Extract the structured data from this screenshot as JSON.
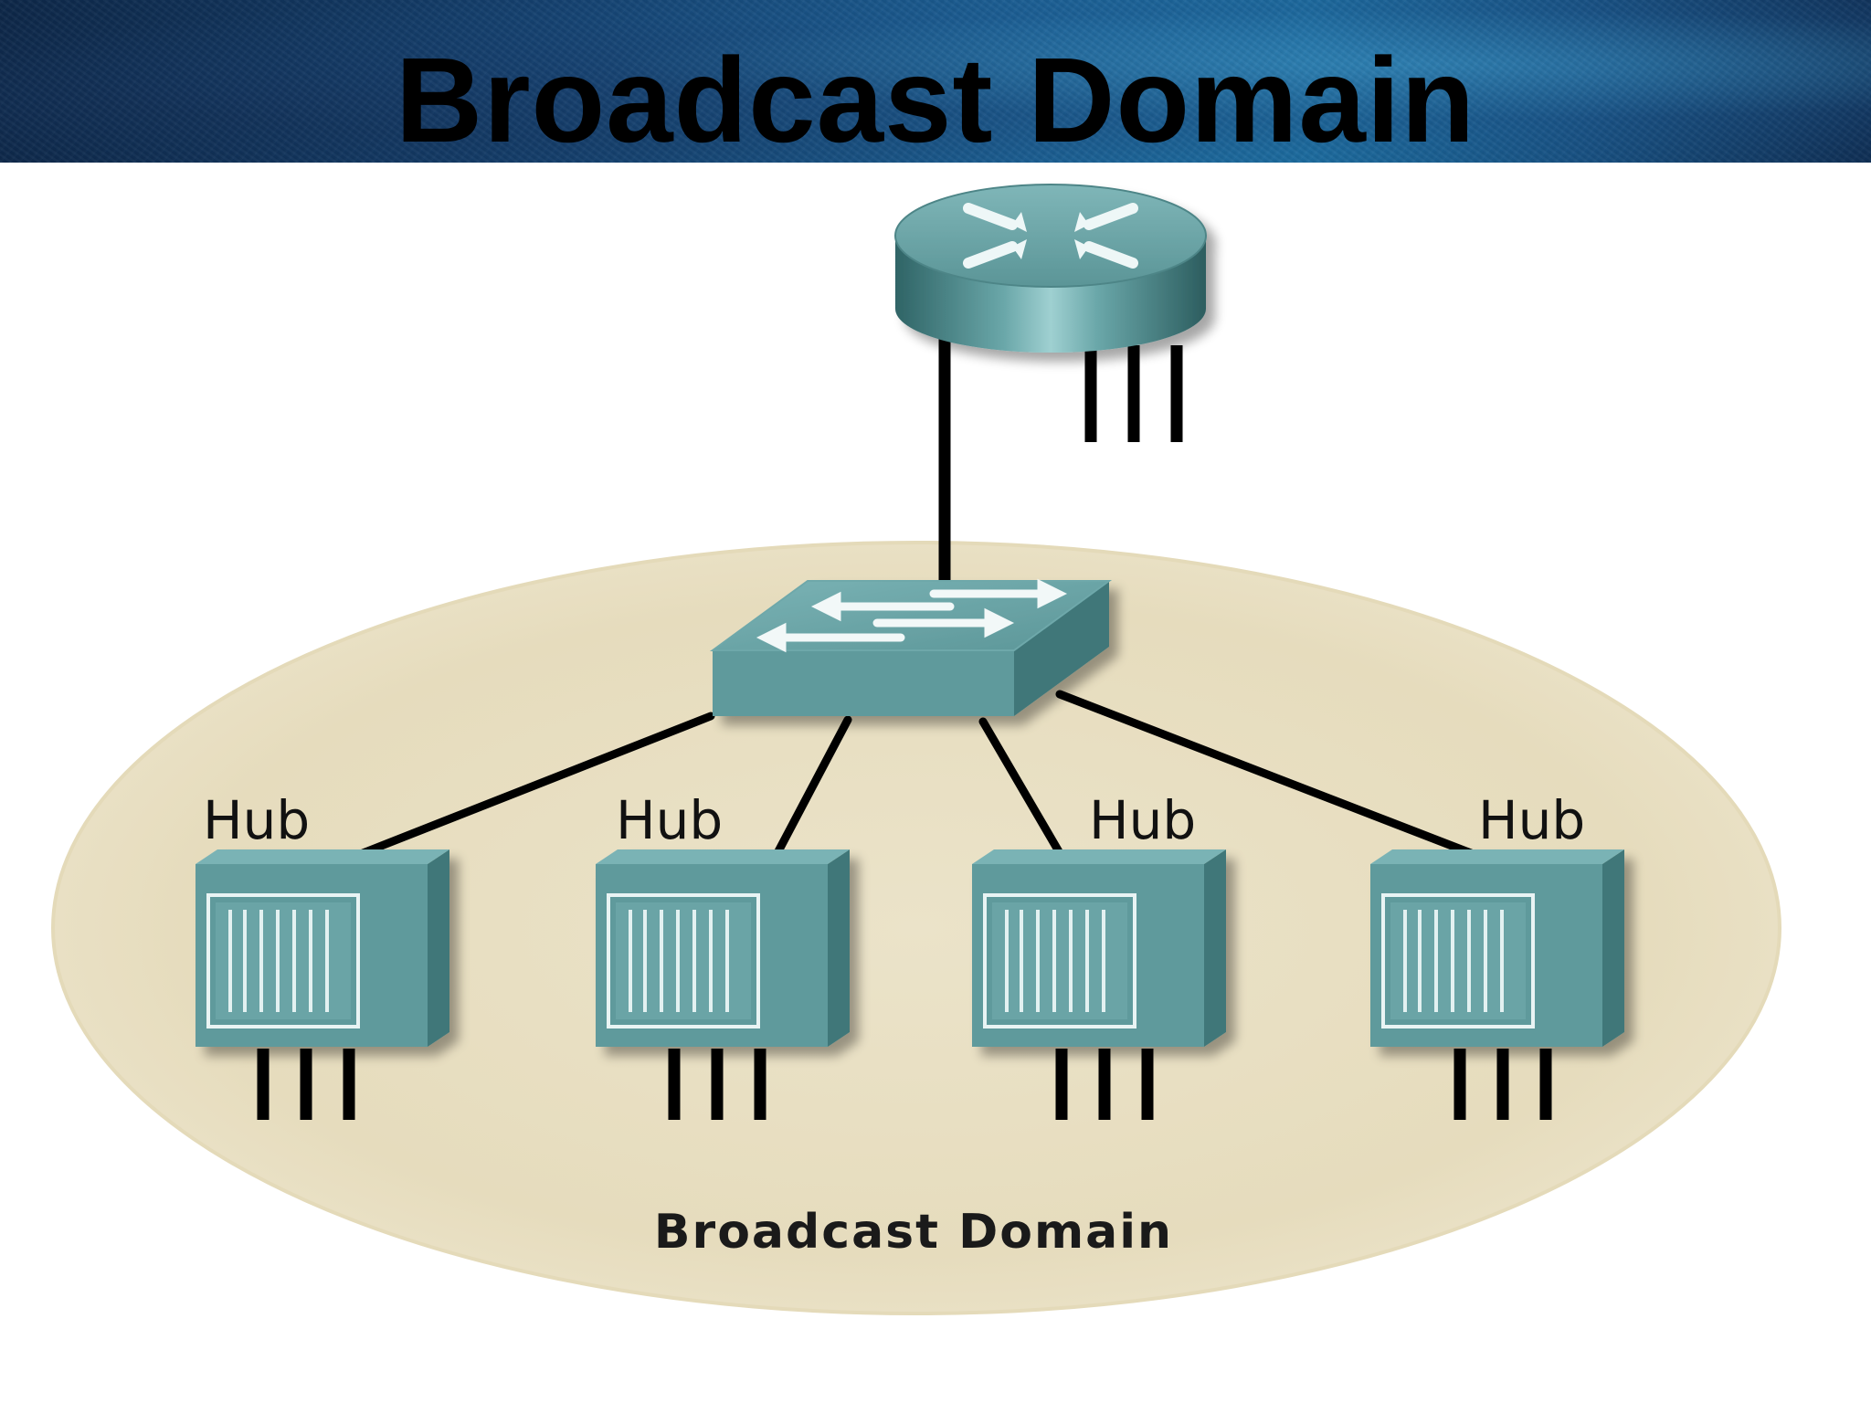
{
  "slide": {
    "title": "Broadcast Domain"
  },
  "diagram": {
    "devices": {
      "router": {
        "icon": "router-icon"
      },
      "switch": {
        "icon": "switch-icon"
      },
      "hubs": [
        {
          "label": "Hub",
          "icon": "hub-icon"
        },
        {
          "label": "Hub",
          "icon": "hub-icon"
        },
        {
          "label": "Hub",
          "icon": "hub-icon"
        },
        {
          "label": "Hub",
          "icon": "hub-icon"
        }
      ]
    },
    "region_label": "Broadcast Domain"
  },
  "colors": {
    "header_dark": "#0d2748",
    "header_light": "#1c6b9e",
    "device_teal": "#5e9ea0",
    "device_teal_dark": "#3d7577",
    "domain_fill": "#e8dfc2",
    "cable": "#000000"
  }
}
